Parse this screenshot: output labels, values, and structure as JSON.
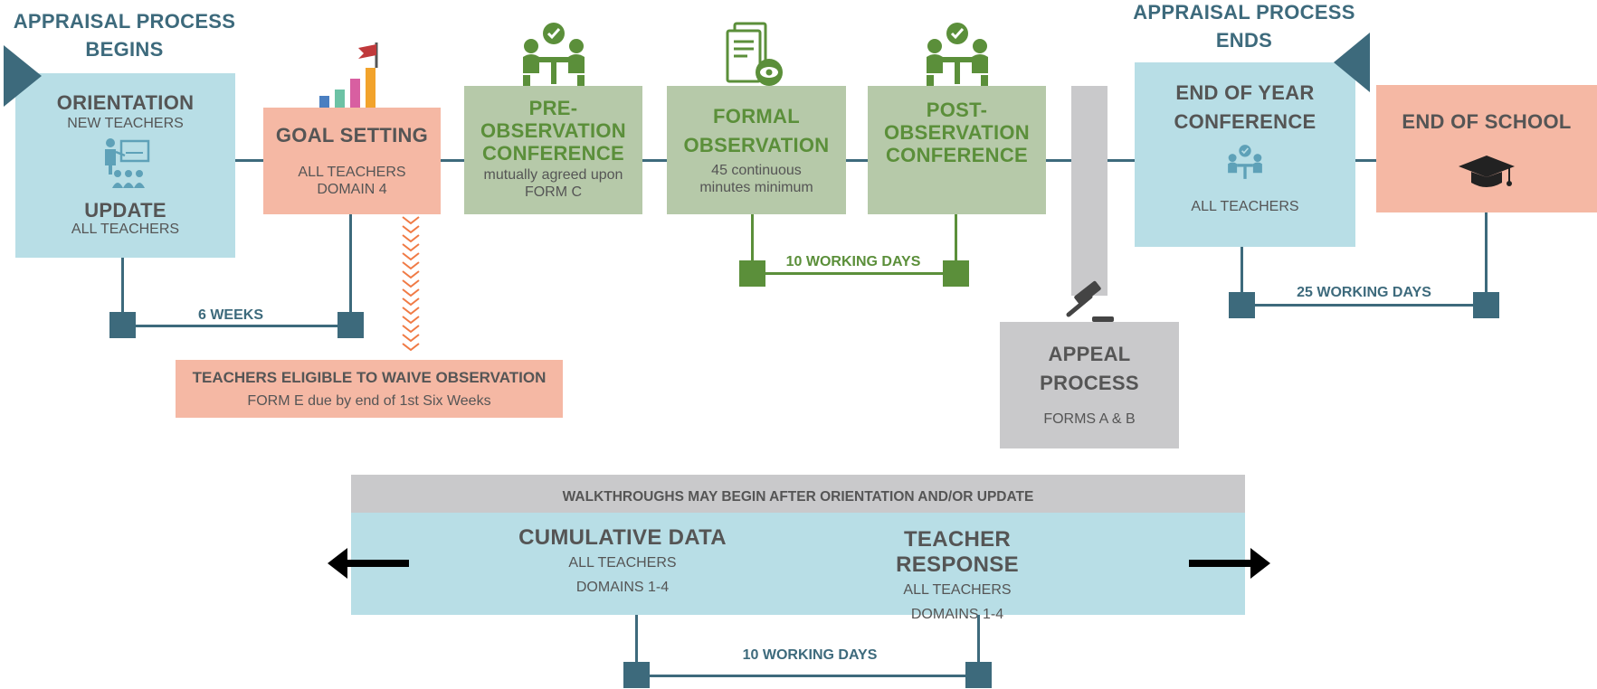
{
  "process_begins": {
    "line1": "APPRAISAL PROCESS",
    "line2": "BEGINS"
  },
  "process_ends": {
    "line1": "APPRAISAL PROCESS",
    "line2": "ENDS"
  },
  "orientation": {
    "title": "ORIENTATION",
    "subtitle": "NEW TEACHERS",
    "update_title": "UPDATE",
    "update_subtitle": "ALL TEACHERS"
  },
  "goal_setting": {
    "title": "GOAL SETTING",
    "line1": "ALL TEACHERS",
    "line2": "DOMAIN 4"
  },
  "pre_observation": {
    "title1": "PRE-",
    "title2": "OBSERVATION",
    "title3": "CONFERENCE",
    "line1": "mutually agreed upon",
    "line2": "FORM C"
  },
  "formal_observation": {
    "title1": "FORMAL",
    "title2": "OBSERVATION",
    "line1": "45 continuous",
    "line2": "minutes minimum"
  },
  "post_observation": {
    "title1": "POST-",
    "title2": "OBSERVATION",
    "title3": "CONFERENCE"
  },
  "end_of_year": {
    "title1": "END OF YEAR",
    "title2": "CONFERENCE",
    "line1": "ALL TEACHERS"
  },
  "end_of_school": {
    "title": "END OF SCHOOL"
  },
  "appeal": {
    "title1": "APPEAL",
    "title2": "PROCESS",
    "line1": "FORMS A & B"
  },
  "waive": {
    "title": "TEACHERS ELIGIBLE TO WAIVE OBSERVATION",
    "line1": "FORM E due by end of 1st Six Weeks"
  },
  "durations": {
    "six_weeks": "6 WEEKS",
    "ten_days_obs": "10 WORKING DAYS",
    "twenty_five_days": "25 WORKING DAYS",
    "ten_days_walk": "10 WORKING DAYS"
  },
  "walkthroughs": {
    "banner": "WALKTHROUGHS MAY BEGIN AFTER ORIENTATION AND/OR UPDATE",
    "cumulative": {
      "title": "CUMULATIVE DATA",
      "line1": "ALL TEACHERS",
      "line2": "DOMAINS 1-4"
    },
    "response": {
      "title": "TEACHER RESPONSE",
      "line1": "ALL TEACHERS",
      "line2": "DOMAINS 1-4"
    }
  },
  "icons": [
    "presentation-icon",
    "bar-chart-flag-icon",
    "meeting-icon",
    "document-eye-icon",
    "gavel-icon",
    "graduation-cap-icon",
    "arrow-left-icon",
    "arrow-right-icon"
  ],
  "colors": {
    "dark_teal": "#3d6a7c",
    "green": "#5b8f3a",
    "light_blue": "#b8dee6",
    "salmon": "#f5b8a4",
    "sage": "#b6c9a9",
    "grey": "#c9c9cb"
  }
}
